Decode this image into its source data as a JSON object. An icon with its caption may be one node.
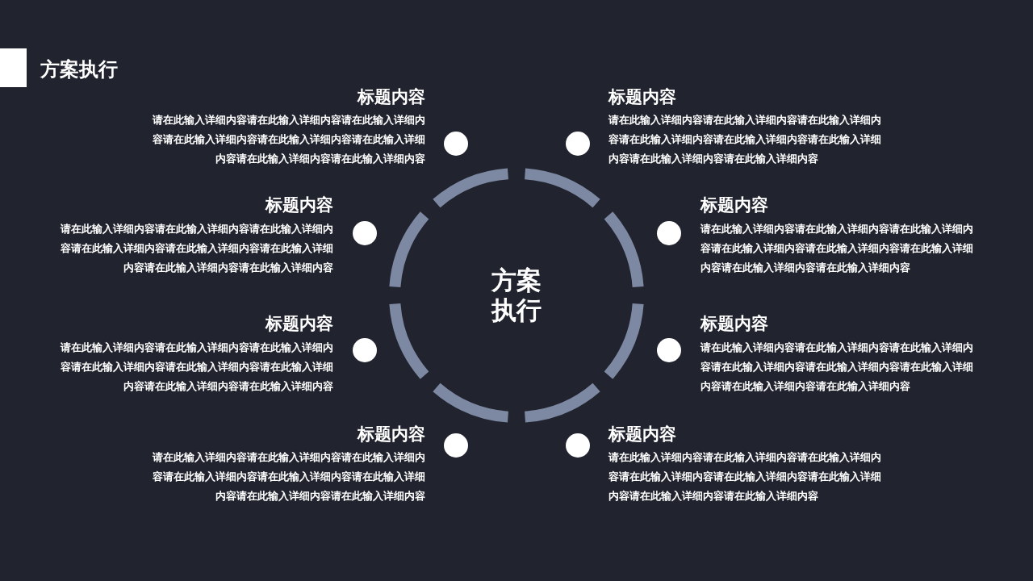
{
  "diagram": {
    "title": "方案执行",
    "nodes": [
      {
        "text": [
          "方案执行"
        ]
      },
      {
        "text": [],
        "shape": "circle",
        "beside": [
          "标题内容",
          "请在此输入详细内容请在此输入详细内容请在此输入详细内容请在此输入详细内容请在此输入详细内容请在此输入详细内容请在此输入详细内容请在此输入详细内容"
        ]
      },
      {
        "text": [],
        "shape": "circle",
        "beside": [
          "标题内容",
          "请在此输入详细内容请在此输入详细内容请在此输入详细内容请在此输入详细内容请在此输入详细内容请在此输入详细内容请在此输入详细内容请在此输入详细内容"
        ]
      },
      {
        "text": [],
        "shape": "circle",
        "beside": [
          "标题内容",
          "请在此输入详细内容请在此输入详细内容请在此输入详细内容请在此输入详细内容请在此输入详细内容请在此输入详细内容请在此输入详细内容请在此输入详细内容"
        ]
      },
      {
        "text": [],
        "shape": "circle",
        "beside": [
          "标题内容",
          "请在此输入详细内容请在此输入详细内容请在此输入详细内容请在此输入详细内容请在此输入详细内容请在此输入详细内容请在此输入详细内容请在此输入详细内容"
        ]
      },
      {
        "text": [],
        "shape": "circle",
        "beside": [
          "标题内容",
          "请在此输入详细内容请在此输入详细内容请在此输入详细内容请在此输入详细内容请在此输入详细内容请在此输入详细内容请在此输入详细内容请在此输入详细内容"
        ]
      },
      {
        "text": [],
        "shape": "circle",
        "beside": [
          "标题内容",
          "请在此输入详细内容请在此输入详细内容请在此输入详细内容请在此输入详细内容请在此输入详细内容请在此输入详细内容请在此输入详细内容请在此输入详细内容"
        ]
      },
      {
        "text": [],
        "shape": "circle",
        "beside": [
          "标题内容",
          "请在此输入详细内容请在此输入详细内容请在此输入详细内容请在此输入详细内容请在此输入详细内容请在此输入详细内容请在此输入详细内容请在此输入详细内容"
        ]
      },
      {
        "text": [],
        "shape": "circle",
        "beside": [
          "标题内容",
          "请在此输入详细内容请在此输入详细内容请在此输入详细内容请在此输入详细内容请在此输入详细内容请在此输入详细内容请在此输入详细内容请在此输入详细内容"
        ]
      }
    ]
  }
}
